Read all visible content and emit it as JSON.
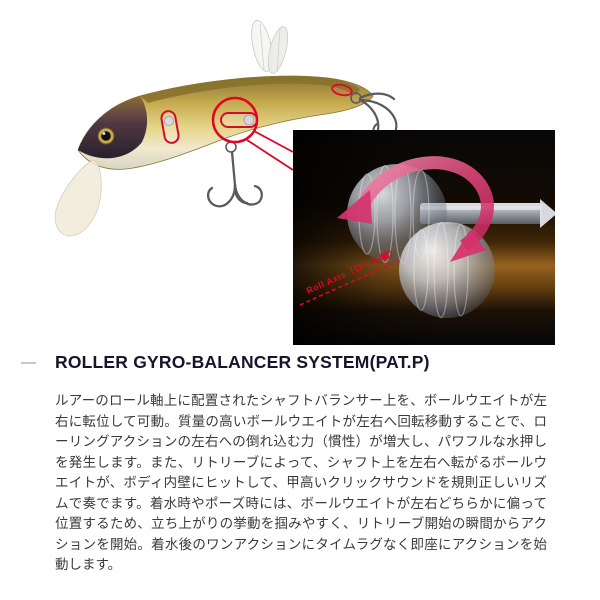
{
  "figure": {
    "inset": {
      "axis_label": "Roll Axis（ロール軸）"
    },
    "colors": {
      "annotation_red": "#e00524",
      "arrow_pink": "#d6336c",
      "lure_gold": "#c9a84e",
      "inset_glow": "#96621f"
    }
  },
  "section": {
    "title": "ROLLER GYRO-BALANCER SYSTEM(PAT.P)",
    "body": "ルアーのロール軸上に配置されたシャフトバランサー上を、ボールウエイトが左右に転位して可動。質量の高いボールウエイトが左右へ回転移動することで、ローリングアクションの左右への倒れ込む力（慣性）が増大し、パワフルな水押しを発生します。また、リトリーブによって、シャフト上を左右へ転がるボールウエイトが、ボディ内壁にヒットして、甲高いクリックサウンドを規則正しいリズムで奏でます。着水時やポーズ時には、ボールウエイトが左右どちらかに偏って位置するため、立ち上がりの挙動を掴みやすく、リトリーブ開始の瞬間からアクションを開始。着水後のワンアクションにタイムラグなく即座にアクションを始動します。"
  }
}
